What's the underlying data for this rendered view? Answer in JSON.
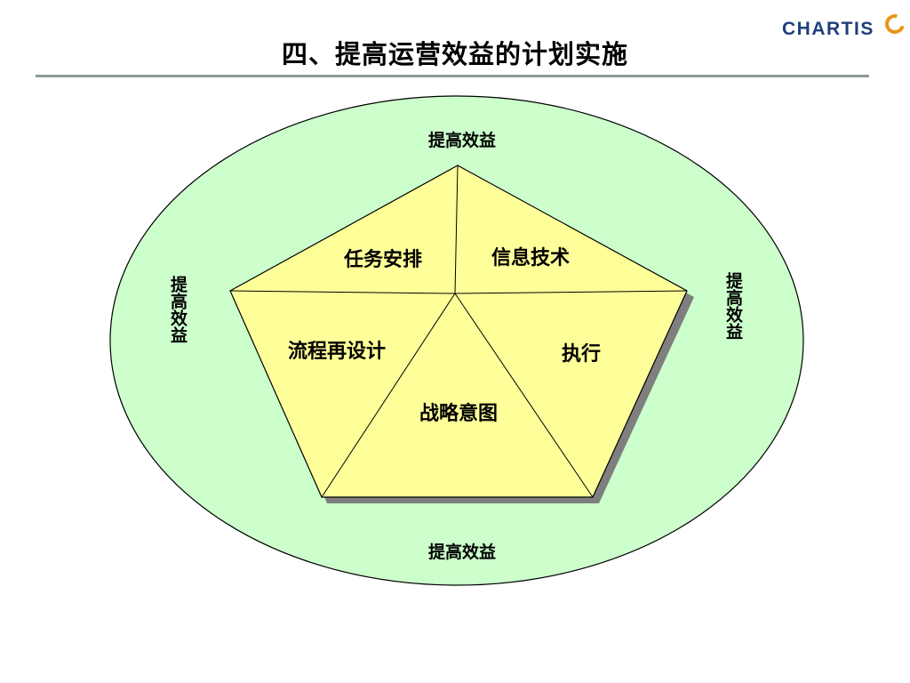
{
  "slide": {
    "title": "四、提高运营效益的计划实施"
  },
  "logo": {
    "text": "CHARTIS"
  },
  "colors": {
    "ellipse_fill": "#ccffcc",
    "pentagon_fill": "#ffff99",
    "shadow": "#7f7f7f",
    "title_rule": "#8a9a9a"
  },
  "diagram": {
    "outer_labels": {
      "top": "提高效益",
      "bottom": "提高效益",
      "left": "提高效益",
      "right": "提高效益"
    },
    "segments": {
      "task_arrangement": "任务安排",
      "information_technology": "信息技术",
      "process_redesign": "流程再设计",
      "execution": "执行",
      "strategic_intent": "战略意图"
    }
  }
}
